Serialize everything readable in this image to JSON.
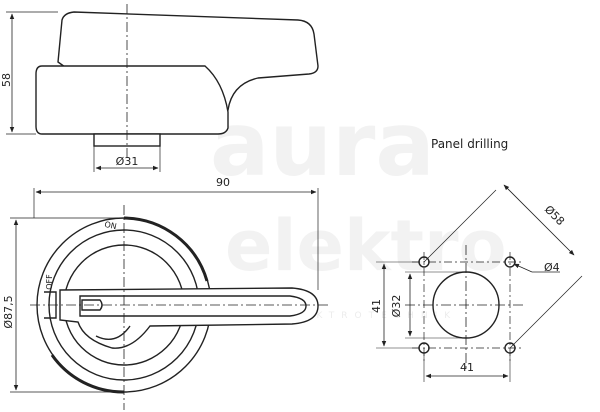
{
  "watermark": {
    "brand": "aura",
    "sub": "elektro",
    "tagline": "EXPERT IN ELEKTROTECHNIK"
  },
  "side_view": {
    "height_label": "58",
    "shaft_diameter_label": "Ø31"
  },
  "front_view": {
    "width_label": "90",
    "diameter_label": "Ø87,5",
    "on_label": "ON",
    "off_label": "OFF"
  },
  "panel_drilling": {
    "title": "Panel drilling",
    "bolt_circle_label": "Ø58",
    "hole_label": "Ø4",
    "center_hole_label": "Ø32",
    "vertical_spacing_label": "41",
    "horizontal_spacing_label": "41"
  },
  "colors": {
    "line": "#222222",
    "watermark": "#f0f0f0"
  }
}
